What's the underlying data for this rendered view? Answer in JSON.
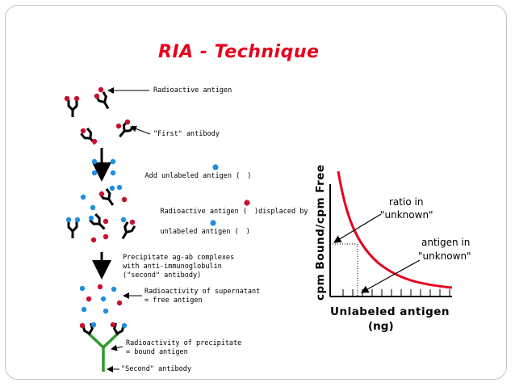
{
  "title": "RIA - Technique",
  "labels": {
    "radioactive_antigen": "Radioactive antigen",
    "first_antibody": "\"First\" antibody",
    "add_unlabeled": "Add unlabeled antigen (",
    "add_unlabeled_end": ")",
    "displaced_1": "Radioactive antigen (",
    "displaced_1_end": ")displaced by",
    "displaced_2": "unlabeled antigen (",
    "displaced_2_end": ")",
    "precipitate_1": "Precipitate ag-ab complexes",
    "precipitate_2": "with anti-immunoglobulin",
    "precipitate_3": "(\"second\" antibody)",
    "supernatant_1": "Radioactivity of supernatant",
    "supernatant_2": "= free antigen",
    "precipitate_radio_1": "Radioactivity of precipitate",
    "precipitate_radio_2": "= bound antigen",
    "second_antibody": "\"Second\" antibody"
  },
  "graph": {
    "ylabel": "cpm Bound/cpm Free",
    "xlabel_1": "Unlabeled antigen",
    "xlabel_2": "(ng)",
    "annotation_ratio_1": "ratio in",
    "annotation_ratio_2": "\"unknown\"",
    "annotation_antigen_1": "antigen in",
    "annotation_antigen_2": "\"unknown\""
  },
  "colors": {
    "title": "#e8001c",
    "radioactive": "#c8102e",
    "unlabeled": "#1e8fe0",
    "second_antibody": "#2e9a2e",
    "curve": "#e8001c",
    "frame": "#b9c6cc"
  }
}
